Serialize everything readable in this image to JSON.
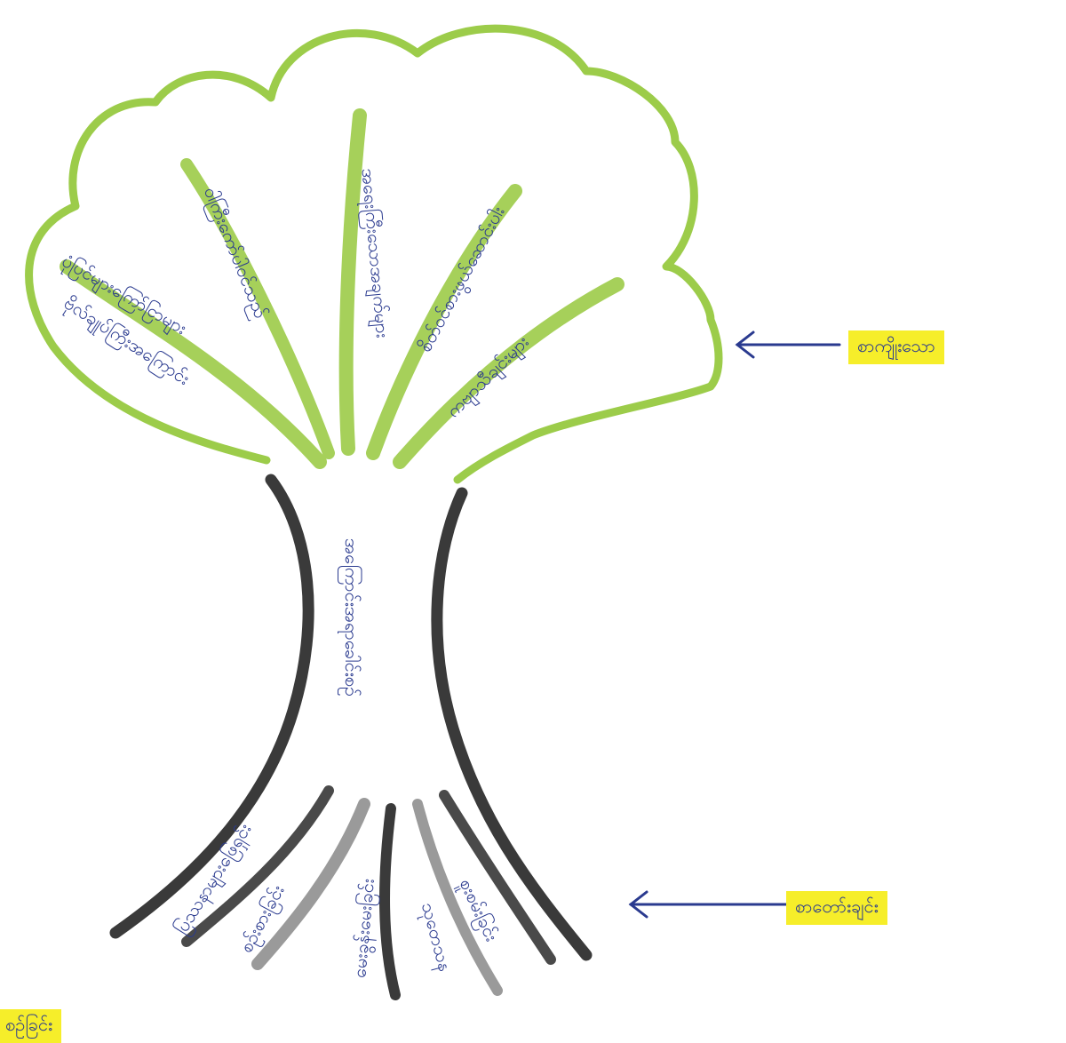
{
  "callouts": {
    "crown_label": "စာကျိုးသော",
    "roots_label": "စာတော်းချင်း",
    "corner_label": "စဉ်ခြင်း"
  },
  "branches": [
    "ဗိုလ်ချုပ်ကြီးအကြောင်း",
    "ပုံပြင်များကြော်ငြာများ",
    "ဝါကြီးကော်ပါဝင်သည်",
    "အရေးကြီးသောအချက်များ",
    "စိတ်ဝင်စားဖွယ်ဆောင်းပါး",
    "ကဗျာသီချင်းများ"
  ],
  "trunk_text": "အကြောင်းအရာခေါင်းစဉ်",
  "roots": [
    "ပြဿနာများဖြေရှင်း",
    "စဉ်းစားခြင်း",
    "မေးခွန်းမေးခြင်း",
    "သုတေသန",
    "စူးစမ်းခြင်း"
  ],
  "colors": {
    "crown_outline": "#9ccc4a",
    "branch": "#a6d05a",
    "trunk": "#3a3a3a",
    "root_dark": "#4a4a4a",
    "root_light": "#9a9a9a",
    "ink": "#2a3a8f",
    "highlight": "#f6ee2a"
  }
}
